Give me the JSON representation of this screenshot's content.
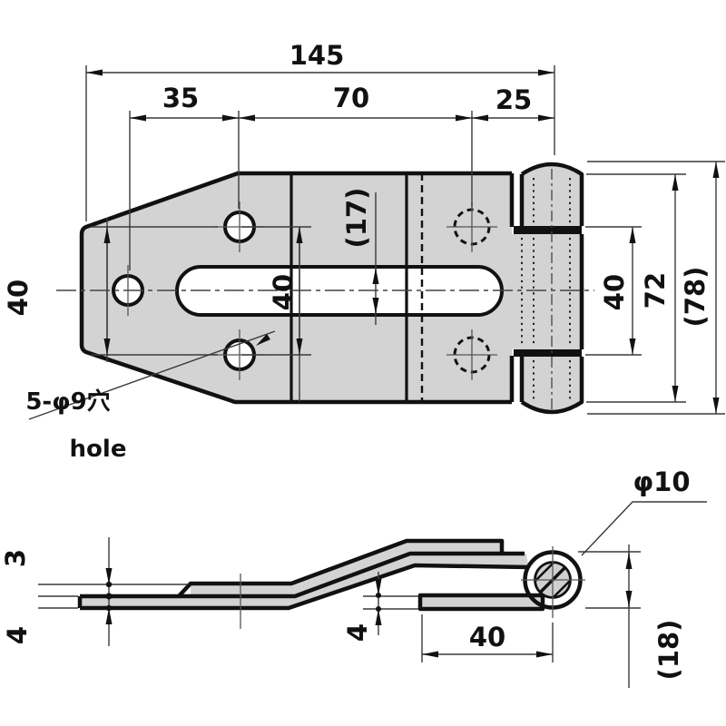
{
  "colors": {
    "ink": "#111111",
    "plate_fill": "#d3d3d3",
    "background": "#ffffff",
    "dim_line": "#3a3a3a"
  },
  "drawing": {
    "top_view": {
      "dims": {
        "overall_length": "145",
        "pitch_left": "35",
        "pitch_mid": "70",
        "pitch_right": "25",
        "left_end_height": "40",
        "hole_pitch_mid": "40",
        "slot_width": "(17)",
        "hole_pitch_right": "40",
        "plate_height": "72",
        "overall_height": "(78)"
      },
      "notes": {
        "holes_jp": "5-φ9穴",
        "holes_en": "hole"
      }
    },
    "side_view": {
      "dims": {
        "upper_thickness": "3",
        "lower_thickness": "4",
        "leaf_thickness": "4",
        "leaf_length": "40",
        "knuckle_od": "(18)",
        "pin_diameter": "φ10"
      }
    }
  }
}
